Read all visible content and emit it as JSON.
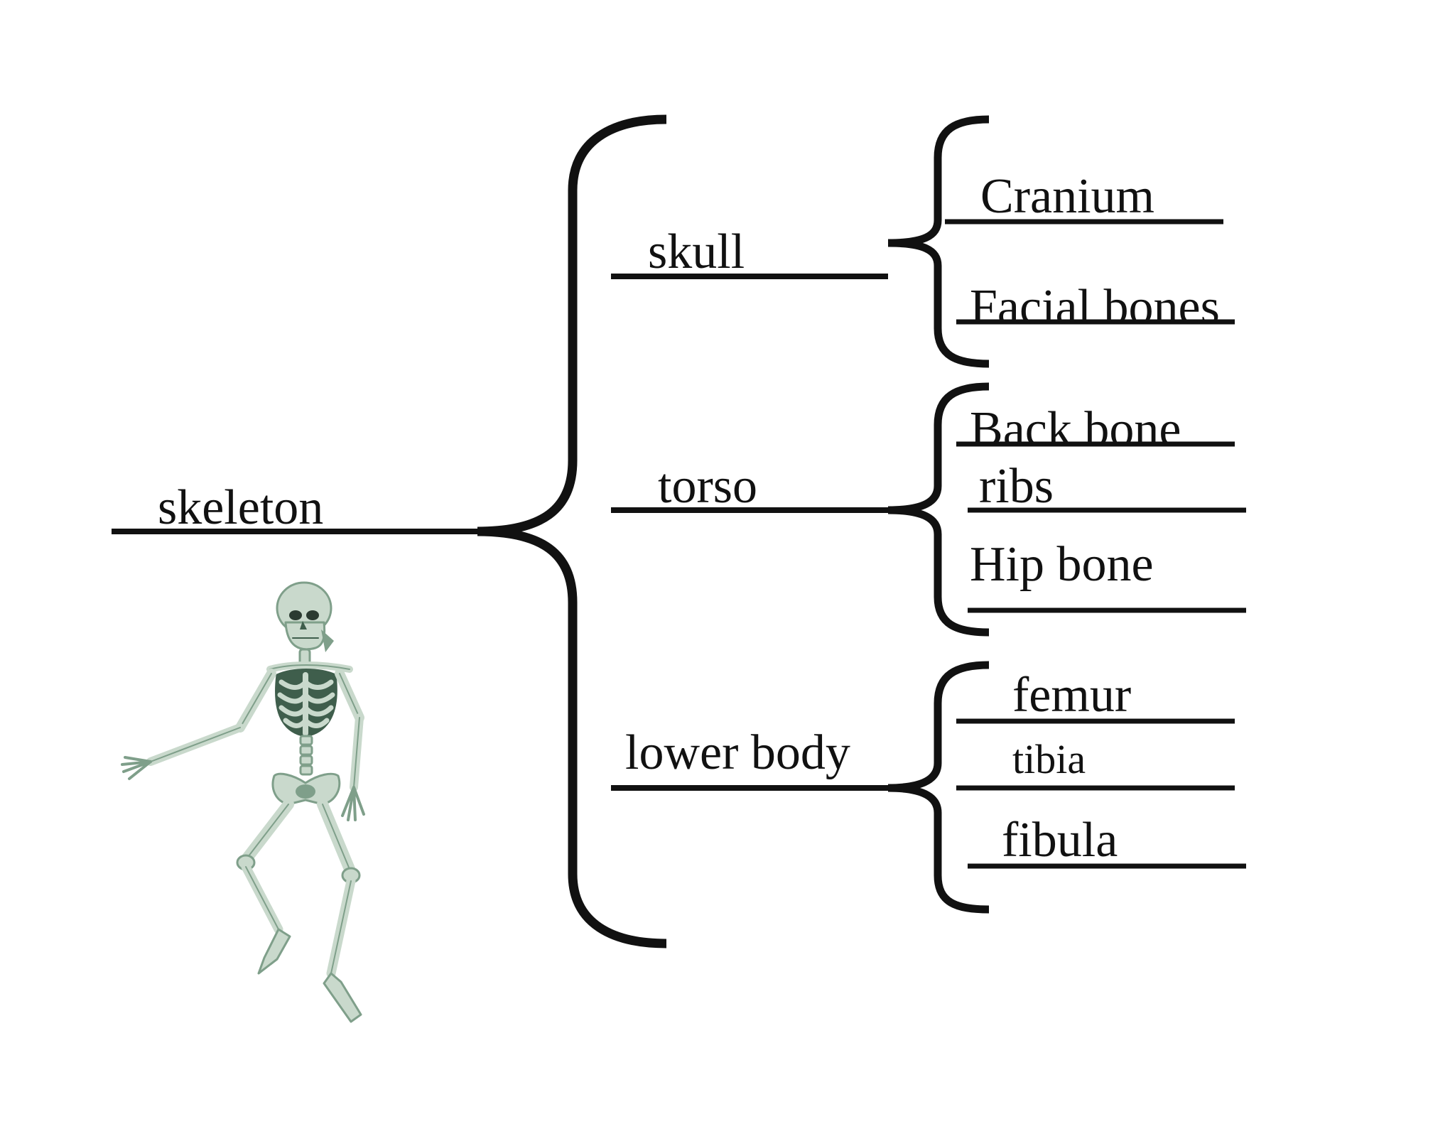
{
  "root": {
    "label": "skeleton"
  },
  "branches": [
    {
      "label": "skull",
      "leaves": [
        "Cranium",
        "Facial bones"
      ]
    },
    {
      "label": "torso",
      "leaves": [
        "Back bone",
        "ribs",
        "Hip bone"
      ]
    },
    {
      "label": "lower body",
      "leaves": [
        "femur",
        "tibia",
        "fibula"
      ]
    }
  ],
  "colors": {
    "line": "#111111",
    "bone": "#c9d9cc",
    "bone_shade": "#7f9f8a",
    "bone_dark": "#3f5e4c"
  }
}
